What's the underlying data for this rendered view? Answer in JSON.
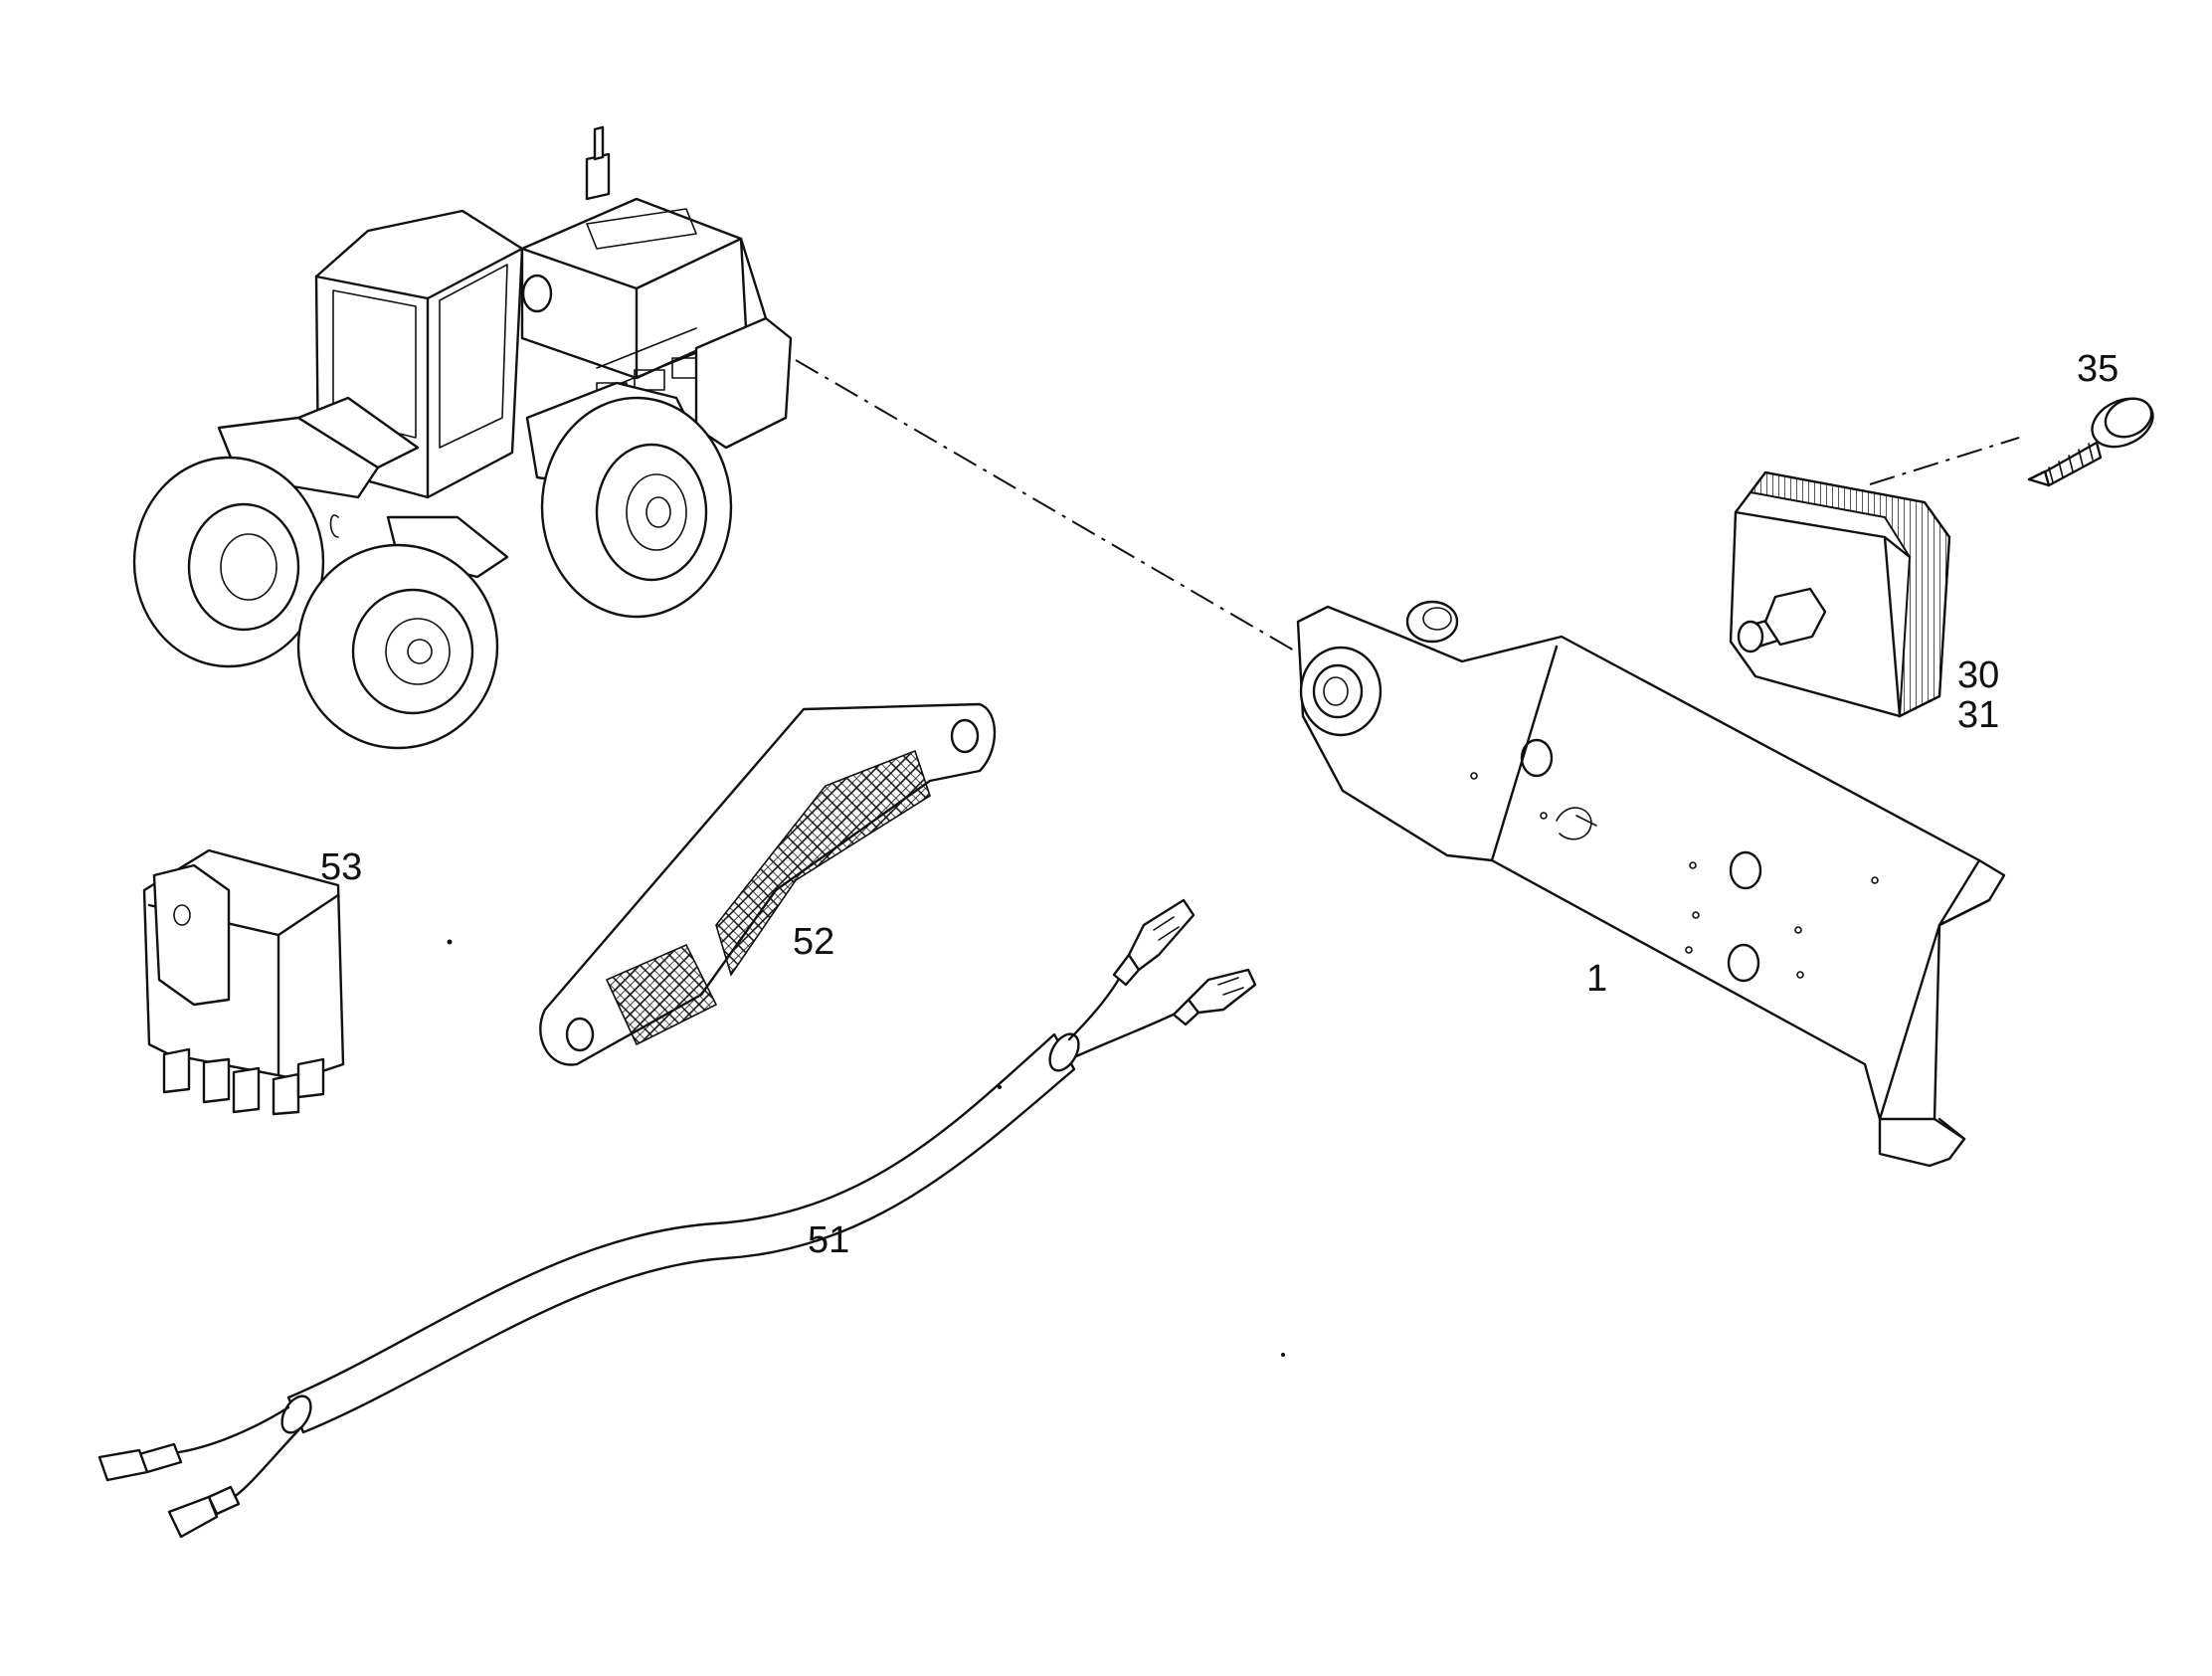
{
  "callouts": {
    "c35": "35",
    "c30": "30",
    "c31": "31",
    "c53": "53",
    "c52": "52",
    "c1": "1",
    "c51": "51"
  },
  "colors": {
    "ink": "#111111",
    "paper": "#ffffff"
  },
  "icons": [
    "wheel-loader-illustration",
    "mounting-bracket",
    "lamp",
    "screw",
    "relay",
    "ground-strap",
    "cable-harness"
  ]
}
